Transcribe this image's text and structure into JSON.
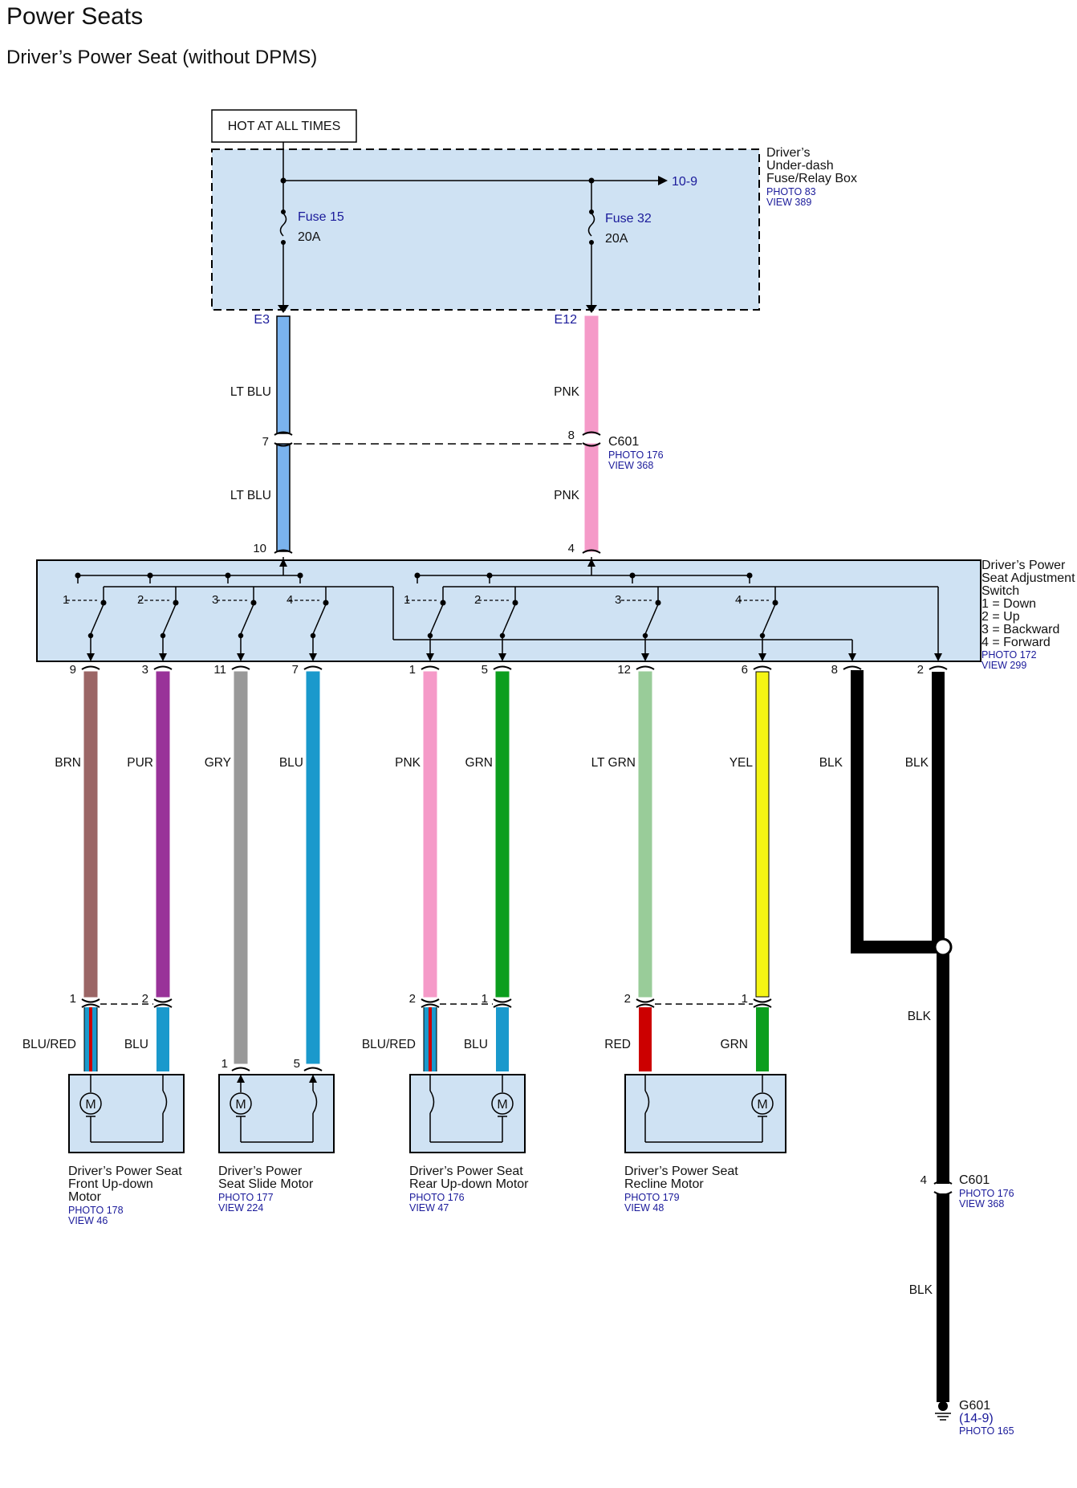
{
  "title": "Power Seats",
  "subtitle": "Driver’s Power Seat (without DPMS)",
  "hot_label": "HOT AT ALL TIMES",
  "fuse_box": {
    "name": [
      "Driver’s",
      "Under-dash",
      "Fuse/Relay Box"
    ],
    "photo": "PHOTO 83",
    "view": "VIEW 389",
    "ref": "10-9",
    "fuses": [
      {
        "name": "Fuse 15",
        "rating": "20A",
        "terminal": "E3",
        "wire": "LT BLU",
        "pin": "7"
      },
      {
        "name": "Fuse 32",
        "rating": "20A",
        "terminal": "E12",
        "wire": "PNK",
        "pin": "8"
      }
    ]
  },
  "c601_top": {
    "name": "C601",
    "photo": "PHOTO 176",
    "view": "VIEW 368"
  },
  "switch": {
    "name": [
      "Driver’s Power",
      "Seat Adjustment",
      "Switch"
    ],
    "legend": [
      "1 = Down",
      "2 = Up",
      "3 = Backward",
      "4 = Forward"
    ],
    "photo": "PHOTO 172",
    "view": "VIEW 299",
    "input_pins": [
      "10",
      "4"
    ],
    "contact_numbers": [
      "1",
      "2",
      "3",
      "4",
      "1",
      "2",
      "3",
      "4"
    ],
    "colors": {
      "box": "#cfe2f3"
    }
  },
  "outputs": [
    {
      "pin": "9",
      "wire": "BRN",
      "color": "#9b6666"
    },
    {
      "pin": "3",
      "wire": "PUR",
      "color": "#993399"
    },
    {
      "pin": "11",
      "wire": "GRY",
      "color": "#999999"
    },
    {
      "pin": "7",
      "wire": "BLU",
      "color": "#1a99cc"
    },
    {
      "pin": "1",
      "wire": "PNK",
      "color": "#f59ac8"
    },
    {
      "pin": "5",
      "wire": "GRN",
      "color": "#0c9e1e"
    },
    {
      "pin": "12",
      "wire": "LT GRN",
      "color": "#99cc99"
    },
    {
      "pin": "6",
      "wire": "YEL",
      "color": "#f5f514"
    },
    {
      "pin": "8",
      "wire": "BLK",
      "color": "#000000"
    },
    {
      "pin": "2",
      "wire": "BLK",
      "color": "#000000"
    }
  ],
  "motor_connectors": [
    {
      "pins": [
        "1",
        "2"
      ],
      "wires": [
        "BLU/RED",
        "BLU"
      ]
    },
    {
      "pins": [
        "1",
        "5"
      ]
    },
    {
      "pins": [
        "2",
        "1"
      ],
      "wires": [
        "BLU/RED",
        "BLU"
      ]
    },
    {
      "pins": [
        "2",
        "1"
      ],
      "wires": [
        "RED",
        "GRN"
      ]
    }
  ],
  "motors": [
    {
      "name": [
        "Driver’s Power Seat",
        "Front Up-down",
        "Motor"
      ],
      "photo": "PHOTO 178",
      "view": "VIEW 46",
      "symbol": "M"
    },
    {
      "name": [
        "Driver’s Power",
        "Seat Slide Motor"
      ],
      "photo": "PHOTO 177",
      "view": "VIEW 224",
      "symbol": "M"
    },
    {
      "name": [
        "Driver’s Power Seat",
        "Rear Up-down Motor"
      ],
      "photo": "PHOTO 176",
      "view": "VIEW 47",
      "symbol": "M"
    },
    {
      "name": [
        "Driver’s Power Seat",
        "Recline Motor"
      ],
      "photo": "PHOTO 179",
      "view": "VIEW 48",
      "symbol": "M"
    }
  ],
  "ground": {
    "wire_mid": "BLK",
    "c601_pin": "4",
    "c601": "C601",
    "c601_photo": "PHOTO 176",
    "c601_view": "VIEW 368",
    "wire_low": "BLK",
    "name": "G601",
    "ref": "(14-9)",
    "photo": "PHOTO 165"
  }
}
